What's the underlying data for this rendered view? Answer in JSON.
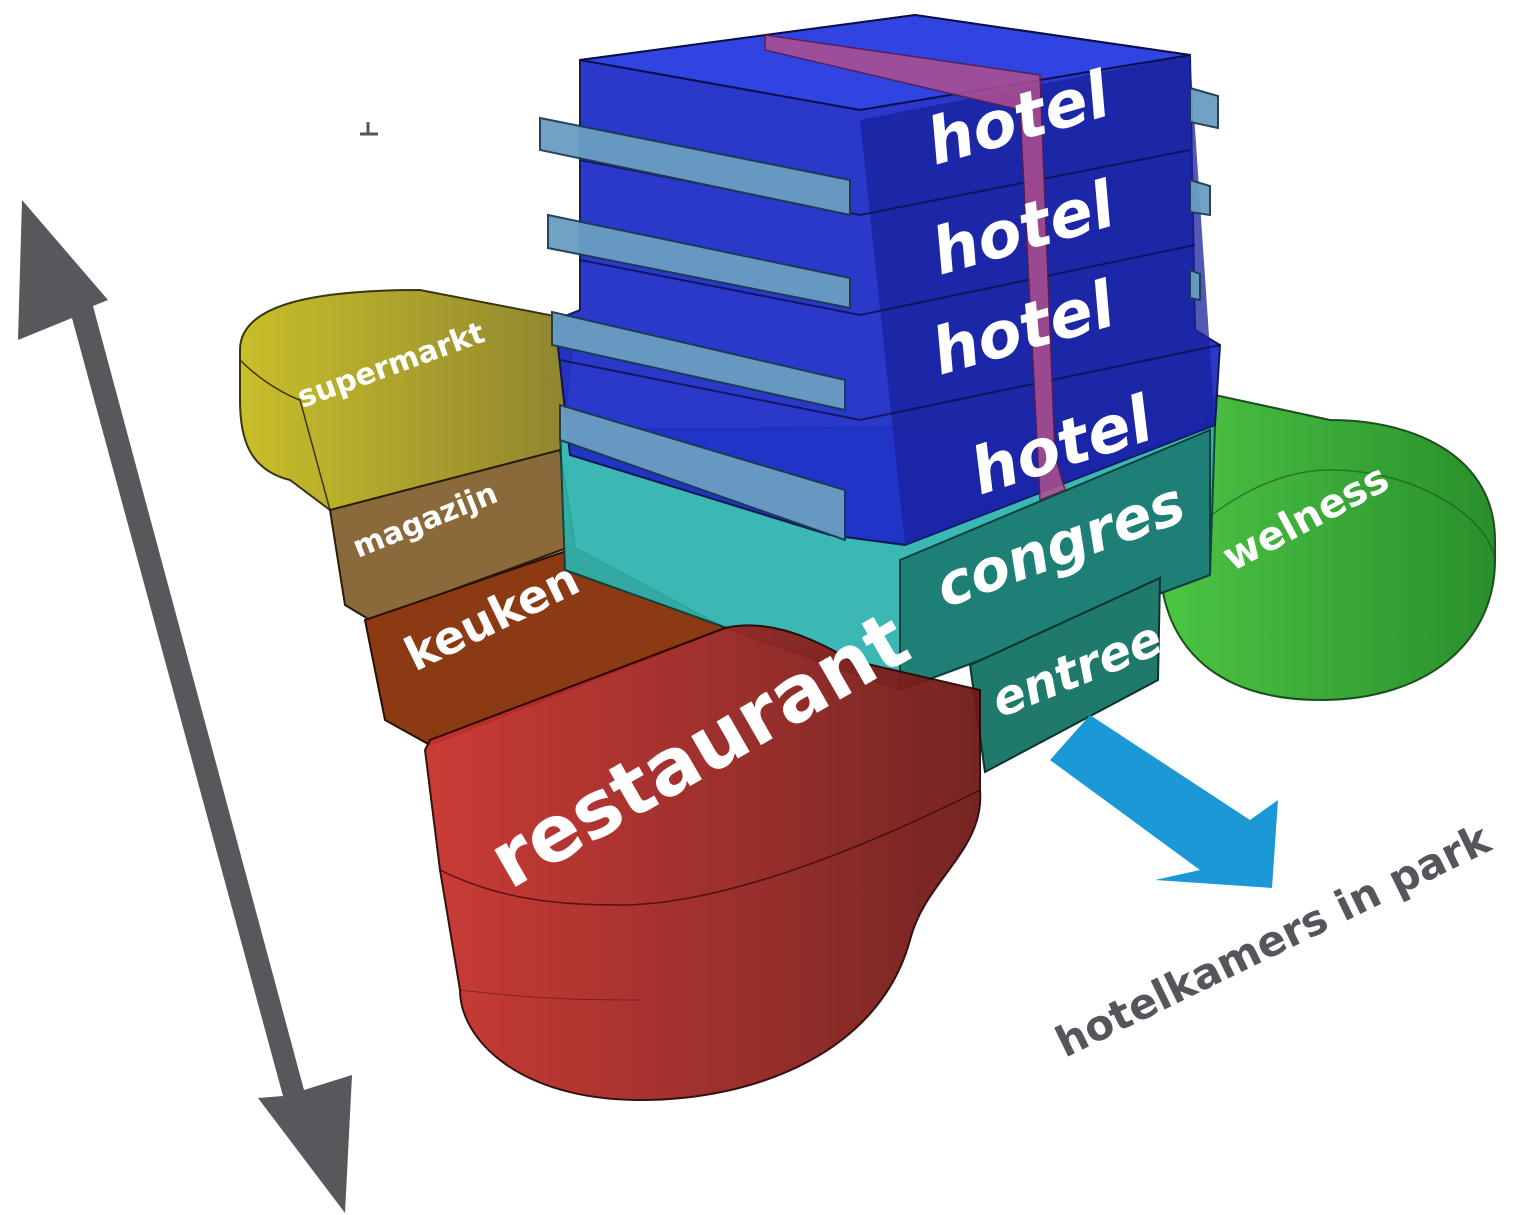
{
  "labels": {
    "hotel_1": "hotel",
    "hotel_2": "hotel",
    "hotel_3": "hotel",
    "hotel_4": "hotel",
    "congres": "congres",
    "entree": "entree",
    "welness": "welness",
    "supermarkt": "supermarkt",
    "magazijn": "magazijn",
    "keuken": "keuken",
    "restaurant": "restaurant",
    "park_caption": "hotelkamers in park"
  },
  "colors": {
    "hotel": "#1f2fc8",
    "hotel_balcony": "#6a9ec2",
    "hotel_core": "#b0508e",
    "congres": "#2bb3ad",
    "entree": "#1f7a6c",
    "welness": "#3cb53a",
    "supermarkt": "#a39a22",
    "magazijn": "#8a6a3a",
    "keuken": "#8c3a14",
    "restaurant": "#b0221e",
    "park_arrow": "#1b98d6",
    "height_arrow": "#58585c"
  }
}
